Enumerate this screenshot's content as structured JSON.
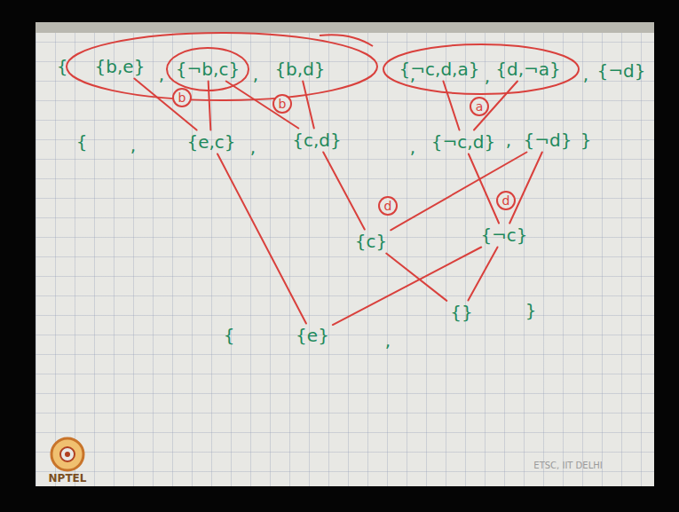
{
  "diagram": {
    "nodes": [
      {
        "text": [
          "{b,e}"
        ]
      },
      {
        "text": [
          "{¬b,c}"
        ]
      },
      {
        "text": [
          "{b,d}"
        ]
      },
      {
        "text": [
          "{¬c,d,a}"
        ]
      },
      {
        "text": [
          "{d,¬a}"
        ]
      },
      {
        "text": [
          "{¬d}"
        ]
      },
      {
        "text": [
          "b"
        ]
      },
      {
        "text": [
          "b"
        ]
      },
      {
        "text": [
          "a"
        ]
      },
      {
        "text": [
          "{e,c}"
        ]
      },
      {
        "text": [
          "{c,d}"
        ]
      },
      {
        "text": [
          "{¬c,d}"
        ]
      },
      {
        "text": [
          "{¬d}"
        ]
      },
      {
        "text": [
          "d"
        ]
      },
      {
        "text": [
          "d"
        ]
      },
      {
        "text": [
          "{c}"
        ]
      },
      {
        "text": [
          "{¬c}"
        ]
      },
      {
        "text": [
          "{}"
        ]
      },
      {
        "text": [
          "{e}"
        ]
      }
    ],
    "edges": [
      {
        "from": 0,
        "to": 9,
        "arrow": "none"
      },
      {
        "from": 1,
        "to": 9,
        "arrow": "none"
      },
      {
        "from": 1,
        "to": 10,
        "arrow": "none"
      },
      {
        "from": 2,
        "to": 10,
        "arrow": "none"
      },
      {
        "from": 3,
        "to": 11,
        "arrow": "none"
      },
      {
        "from": 4,
        "to": 11,
        "arrow": "none"
      },
      {
        "from": 10,
        "to": 15,
        "arrow": "none"
      },
      {
        "from": 12,
        "to": 15,
        "arrow": "none"
      },
      {
        "from": 11,
        "to": 16,
        "arrow": "none"
      },
      {
        "from": 12,
        "to": 16,
        "arrow": "none"
      },
      {
        "from": 15,
        "to": 17,
        "arrow": "none"
      },
      {
        "from": 16,
        "to": 17,
        "arrow": "none"
      },
      {
        "from": 9,
        "to": 18,
        "arrow": "none"
      },
      {
        "from": 16,
        "to": 18,
        "arrow": "none"
      }
    ],
    "labels": [
      "{",
      ",",
      ",",
      ",",
      ",",
      ",",
      "{",
      ",",
      ",",
      ",",
      ",",
      "}",
      "{",
      ",",
      "}",
      "NPTEL",
      "ETSC, IIT DELHI"
    ]
  }
}
